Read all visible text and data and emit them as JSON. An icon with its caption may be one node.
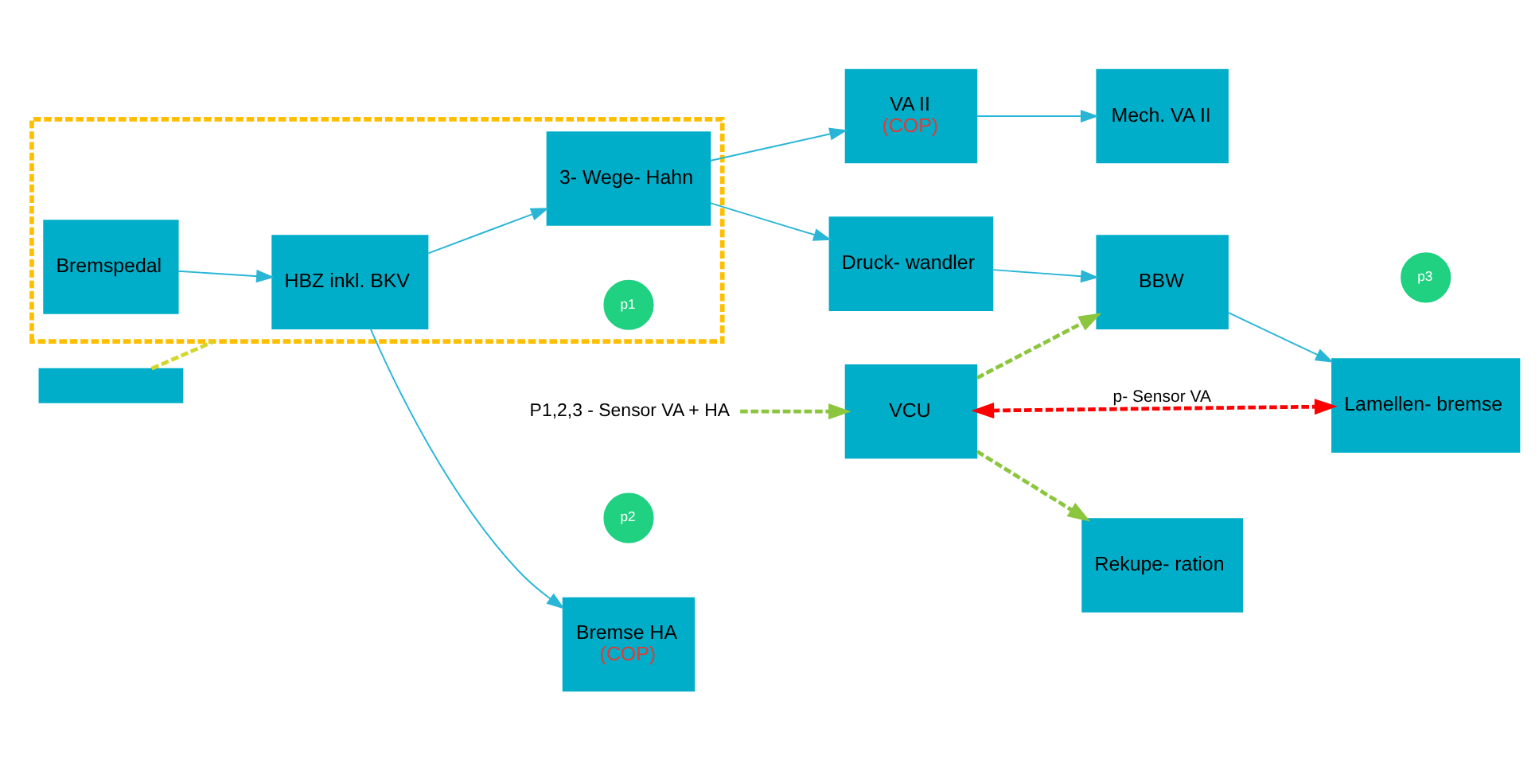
{
  "diagram": {
    "nodes": [
      {
        "text": [],
        "shape": "box"
      },
      {
        "text": [],
        "shape": "box"
      },
      {
        "text": [
          "Bremspedal"
        ],
        "in": 1
      },
      {
        "text": [
          "HBZ inkl. BKV"
        ],
        "in": 1
      },
      {
        "text": [
          "p1"
        ],
        "in": 1
      },
      {
        "text": [
          "3- Wege- Hahn"
        ],
        "in": 1
      },
      {
        "text": [
          "p2"
        ]
      },
      {
        "text": [
          "Bremse HA",
          "(COP)"
        ]
      },
      {
        "text": [
          "Druck- wandler"
        ]
      },
      {
        "text": [
          "VA II",
          "(COP)"
        ]
      },
      {
        "text": [
          "P1,2,3 - Sensor VA + HA"
        ]
      },
      {
        "text": [
          "VCU"
        ]
      },
      {
        "text": [
          "Rekupe- ration"
        ]
      },
      {
        "text": [
          "BBW"
        ]
      },
      {
        "text": [
          "p3"
        ]
      },
      {
        "text": [
          "Lamellen- bremse"
        ]
      },
      {
        "text": [
          "Mech. VA II"
        ]
      }
    ],
    "edges": [
      {
        "from": 0,
        "to": 1,
        "arrow": "none",
        "style": "dashed",
        "color": "#d4d62a"
      },
      {
        "from": 2,
        "to": 3,
        "arrow": "to"
      },
      {
        "from": 3,
        "to": 7,
        "arrow": "to"
      },
      {
        "from": 3,
        "to": 5,
        "arrow": "to"
      },
      {
        "from": 5,
        "to": 8,
        "arrow": "to"
      },
      {
        "from": 5,
        "to": 9,
        "arrow": "to"
      },
      {
        "from": 8,
        "to": 13,
        "arrow": "to"
      },
      {
        "from": 9,
        "to": 16,
        "arrow": "to"
      },
      {
        "from": 10,
        "to": 11,
        "arrow": "to",
        "style": "dashed",
        "color": "#8cc63f"
      },
      {
        "from": 11,
        "to": 12,
        "arrow": "to",
        "style": "dashed",
        "color": "#8cc63f"
      },
      {
        "from": 11,
        "to": 13,
        "arrow": "to",
        "style": "dashed",
        "color": "#8cc63f"
      },
      {
        "from": 11,
        "to": 15,
        "arrow": "both",
        "style": "dashed",
        "color": "#ff0000",
        "label": "p- Sensor VA"
      },
      {
        "from": 13,
        "to": 15,
        "arrow": "to"
      }
    ]
  }
}
